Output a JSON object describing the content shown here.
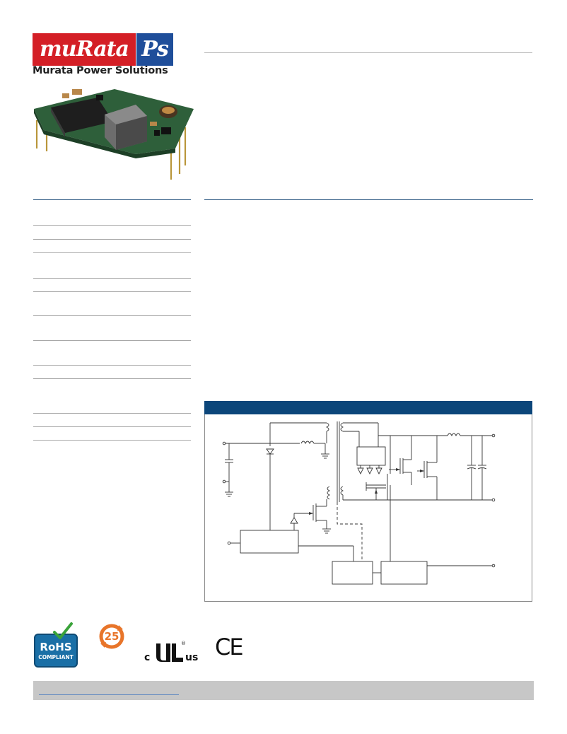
{
  "brand": {
    "logo_main": "muRata",
    "logo_badge": "Ps",
    "tagline": "Murata Power Solutions",
    "red": "#d41f26",
    "blue": "#1f4e9a"
  },
  "diagram": {
    "header_color": "#0c467a"
  },
  "certifications": {
    "rohs_line1": "RoHS",
    "rohs_line2": "COMPLIANT",
    "years_badge": "25",
    "ul_c": "c",
    "ul_us": "us",
    "ul_reg": "®",
    "ce": "CE"
  },
  "footer": {
    "bar_color": "#c7c7c7"
  }
}
